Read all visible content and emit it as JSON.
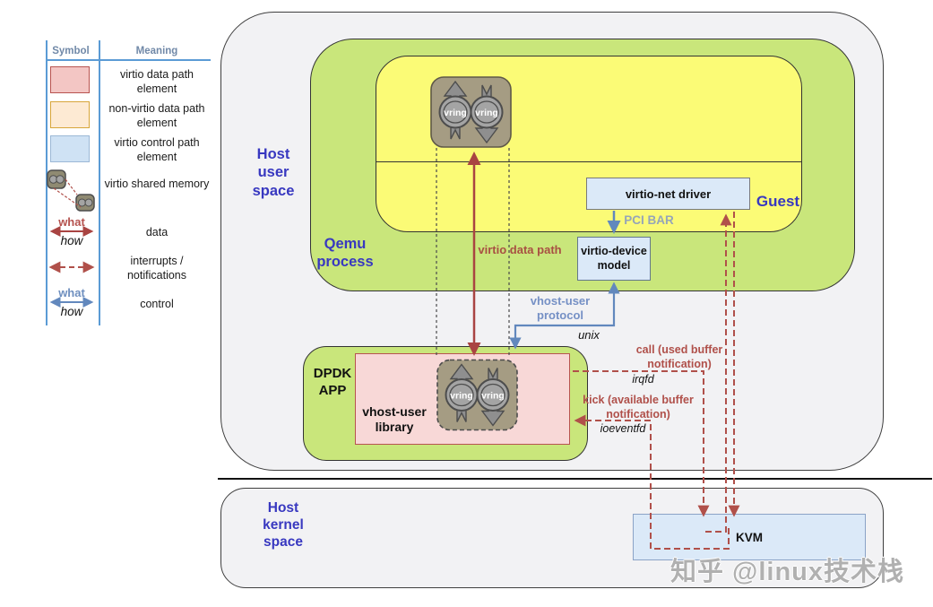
{
  "legend": {
    "symbol_header": "Symbol",
    "meaning_header": "Meaning",
    "rows": [
      {
        "meaning": "virtio data path element"
      },
      {
        "meaning": "non-virtio data path element"
      },
      {
        "meaning": "virtio control path element"
      },
      {
        "meaning": "virtio shared memory"
      },
      {
        "meaning": "data",
        "what": "what",
        "how": "how"
      },
      {
        "meaning": "interrupts / notifications"
      },
      {
        "meaning": "control",
        "what": "what",
        "how": "how"
      }
    ]
  },
  "regions": {
    "host_user_space": "Host user space",
    "qemu_process": "Qemu process",
    "guest": "Guest",
    "host_kernel_space": "Host kernel space"
  },
  "components": {
    "virtio_net_driver": "virtio-net driver",
    "virtio_device_model": "virtio-device model",
    "dpdk_app": "DPDK APP",
    "vhost_user_library": "vhost-user library",
    "kvm": "KVM",
    "vring": "vring"
  },
  "connectors": {
    "virtio_data_path": "virtio data path",
    "pci_bar": "PCI BAR",
    "vhost_user_protocol": "vhost-user protocol",
    "unix_socket": "unix",
    "call": "call (used buffer notification)",
    "irqfd": "irqfd",
    "kick": "kick (available buffer notification)",
    "ioeventfd": "ioeventfd"
  },
  "watermark": "知乎 @linux技术栈",
  "colors": {
    "virtio_data_path_element": "#f3c6c4",
    "non_virtio_element": "#fdead3",
    "control_path_element": "#cfe2f4",
    "qemu_green": "#c9e67b",
    "guest_yellow": "#fbfb76",
    "data_red": "#a94442",
    "notification_red": "#b0504a",
    "control_blue": "#6288bd",
    "region_label": "#3838c0"
  }
}
